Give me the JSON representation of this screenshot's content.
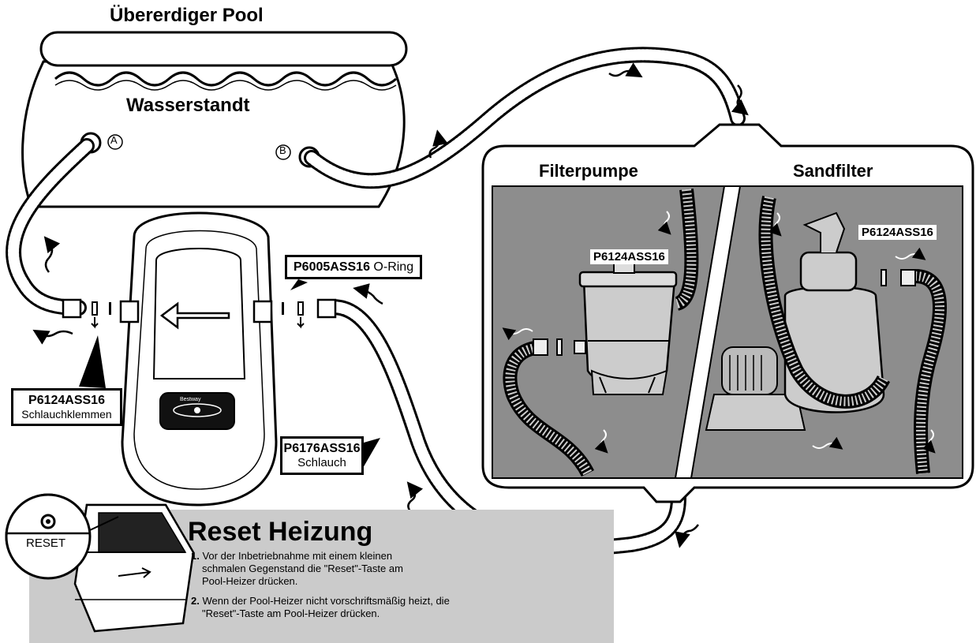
{
  "diagram": {
    "pool_title": "Übererdiger Pool",
    "water_level_label": "Wasserstandt",
    "inlet_a": "A",
    "outlet_b": "B",
    "filter_pump_title": "Filterpumpe",
    "sand_filter_title": "Sandfilter",
    "filterpump_part": "P6124ASS16",
    "sandfilter_part": "P6124ASS16",
    "oring_part": "P6005ASS16",
    "oring_name": "O-Ring",
    "clamp_part": "P6124ASS16",
    "clamp_name": "Schlauchklemmen",
    "hose_part": "P6176ASS16",
    "hose_name": "Schlauch",
    "heater_brand": "Bestway"
  },
  "reset": {
    "badge_label": "RESET",
    "title": "Reset Heizung",
    "steps": [
      {
        "num": "1.",
        "lines": [
          "Vor der Inbetriebnahme mit einem kleinen",
          "schmalen Gegenstand die \"Reset\"-Taste am",
          "Pool-Heizer drücken."
        ]
      },
      {
        "num": "2.",
        "lines": [
          "Wenn der Pool-Heizer nicht vorschriftsmäßig heizt, die",
          "\"Reset\"-Taste am Pool-Heizer drücken."
        ]
      }
    ]
  }
}
